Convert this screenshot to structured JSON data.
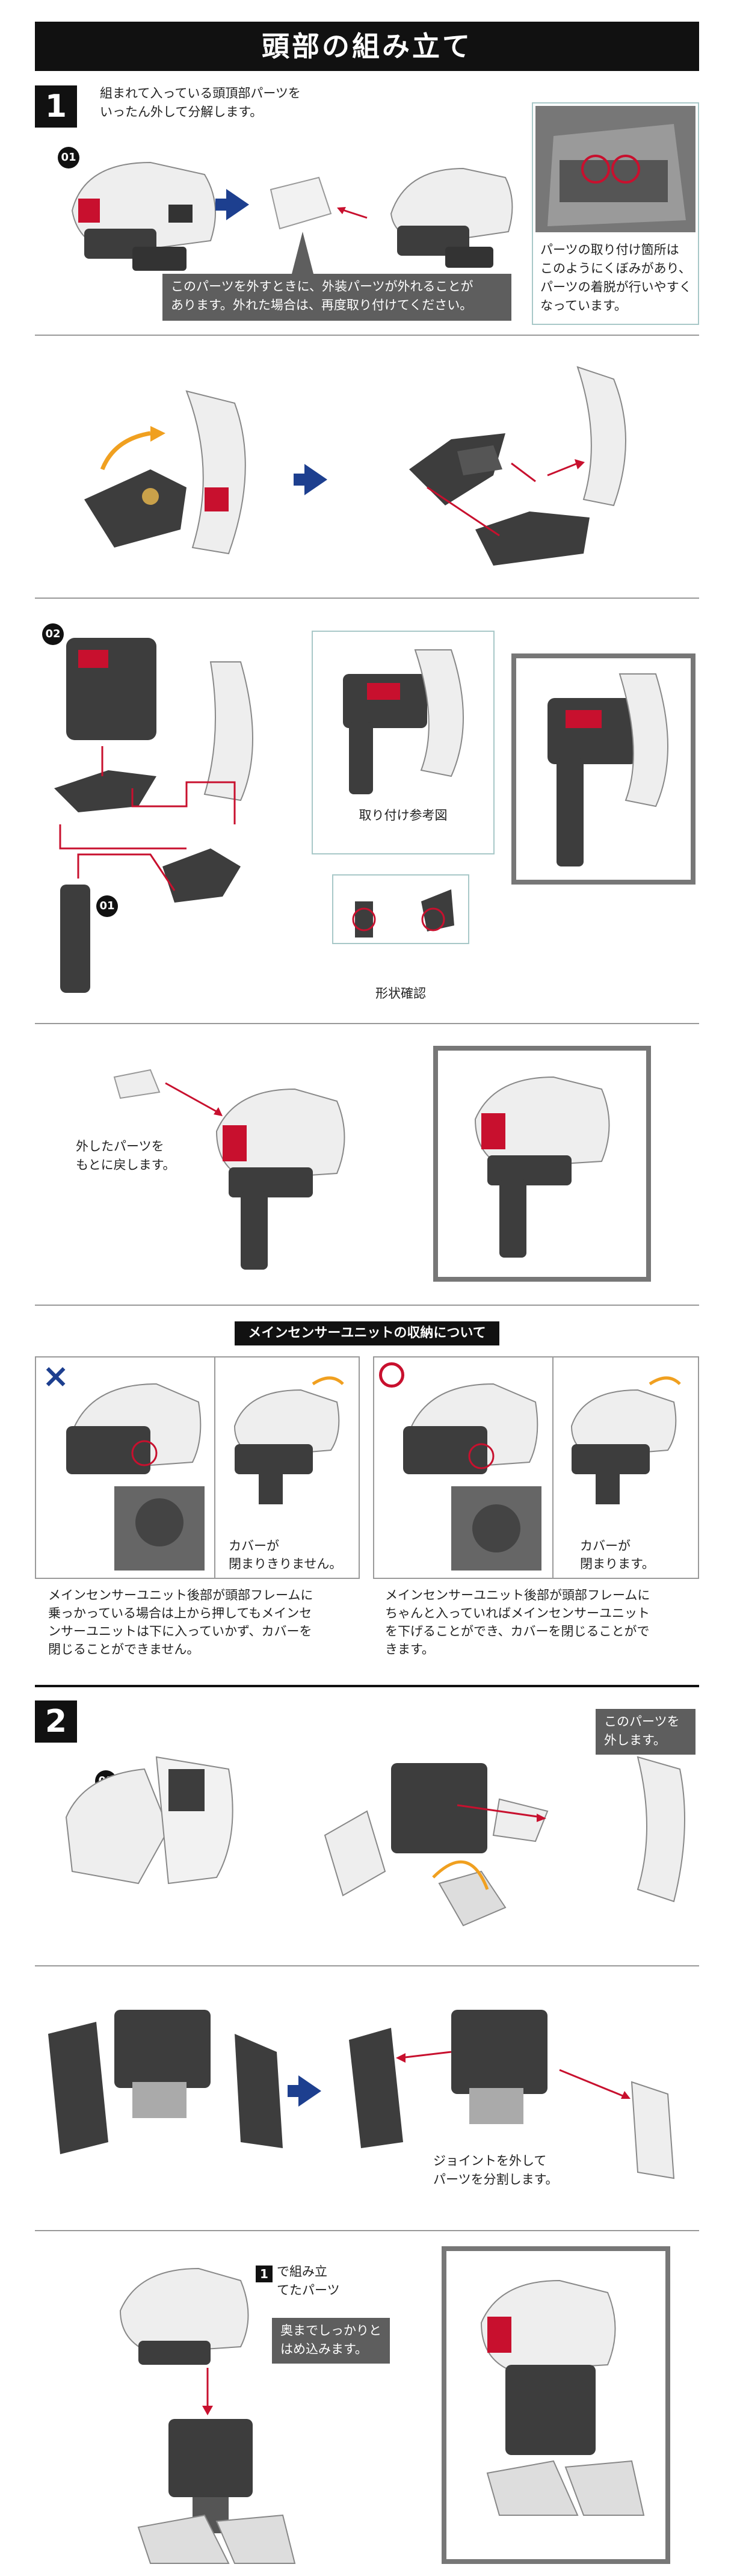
{
  "page_title": "頭部の組み立て",
  "step1": {
    "num": "1",
    "instruction": "組まれて入っている頭頂部パーツを\nいったん外して分解します。",
    "badge": "01",
    "note": "このパーツを外すときに、外装パーツが外れることが\nあります。外れた場合は、再度取り付けてください。",
    "inset_caption": "パーツの取り付け箇所は\nこのようにくぼみがあり、\nパーツの着脱が行いやすく\nなっています。"
  },
  "step1c": {
    "badge_top": "02",
    "badge_bottom": "01",
    "ref_caption": "取り付け参考図",
    "shape_caption": "形状確認"
  },
  "step1d": {
    "caption": "外したパーツを\nもとに戻します。"
  },
  "sensor": {
    "banner": "メインセンサーユニットの収納について",
    "ng_mark": "×",
    "ng_cover": "カバーが\n閉まりきりません。",
    "ng_desc": "メインセンサーユニット後部が頭部フレームに\n乗っかっている場合は上から押してもメインセ\nンサーユニットは下に入っていかず、カバーを\n閉じることができません。",
    "ok_cover": "カバーが\n閉まります。",
    "ok_desc": "メインセンサーユニット後部が頭部フレームに\nちゃんと入っていればメインセンサーユニット\nを下げることができ、カバーを閉じることがで\nきます。"
  },
  "step2": {
    "num": "2",
    "badge": "01",
    "remove_note": "このパーツを\n外します。",
    "joint_caption": "ジョイントを外して\nパーツを分割します。",
    "ref_num": "1",
    "ref_label": "で組み立\nてたパーツ",
    "push_note": "奥までしっかりと\nはめ込みます。"
  },
  "colors": {
    "accent_blue": "#1d3f8f",
    "accent_red": "#c8102e",
    "orange": "#f0a020",
    "part_white": "#eeeeee",
    "part_dark": "#3d3d3d"
  }
}
